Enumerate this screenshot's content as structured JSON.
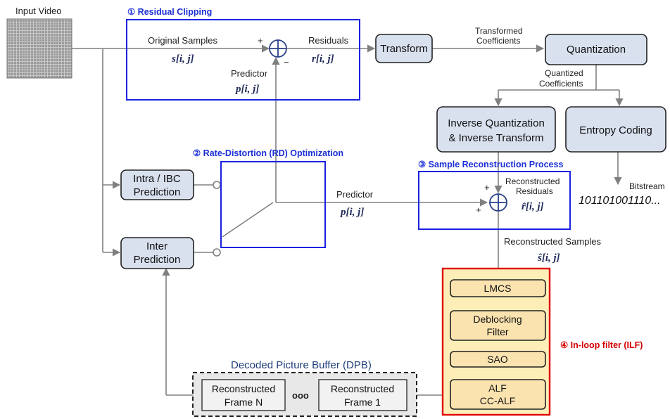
{
  "labels": {
    "input_video": "Input Video",
    "residual_clipping": "① Residual Clipping",
    "rd_optimization": "② Rate-Distortion (RD) Optimization",
    "sample_reconstruction": "③ Sample Reconstruction Process",
    "in_loop_filter": "④ In-loop filter (ILF)",
    "original_samples": "Original Samples",
    "original_samples_math": "s[i, j]",
    "residuals": "Residuals",
    "residuals_math": "r[i, j]",
    "predictor_top": "Predictor",
    "predictor_top_math": "p[i, j]",
    "plus": "+",
    "minus": "−",
    "transformed_coeff_1": "Transformed",
    "transformed_coeff_2": "Coefficients",
    "quantized_coeff_1": "Quantized",
    "quantized_coeff_2": "Coefficients",
    "predictor_mid": "Predictor",
    "predictor_mid_math": "p[i, j]",
    "recon_residuals_1": "Reconstructed",
    "recon_residuals_2": "Residuals",
    "recon_residuals_math": "r̂[i, j]",
    "bitstream": "Bitstream",
    "bits": "101101001110...",
    "recon_samples": "Reconstructed Samples",
    "recon_samples_math": "ŝ[i, j]",
    "dpb_title": "Decoded Picture Buffer (DPB)",
    "ellipsis": "ooo"
  },
  "blocks": {
    "transform": "Transform",
    "quantization": "Quantization",
    "inv_quant_1": "Inverse Quantization",
    "inv_quant_2": "& Inverse Transform",
    "entropy": "Entropy Coding",
    "intra_1": "Intra / IBC",
    "intra_2": "Prediction",
    "inter_1": "Inter",
    "inter_2": "Prediction",
    "lmcs": "LMCS",
    "deblock_1": "Deblocking",
    "deblock_2": "Filter",
    "sao": "SAO",
    "alf_1": "ALF",
    "alf_2": "CC-ALF",
    "frame_n_1": "Reconstructed",
    "frame_n_2": "Frame N",
    "frame_1_1": "Reconstructed",
    "frame_1_2": "Frame 1"
  },
  "colors": {
    "section_blue": "#1a22e0",
    "ilf_red": "#e00000",
    "process_fill": "#d9e0ee",
    "filter_fill": "#fbe3b0",
    "wire_gray": "#808080"
  }
}
